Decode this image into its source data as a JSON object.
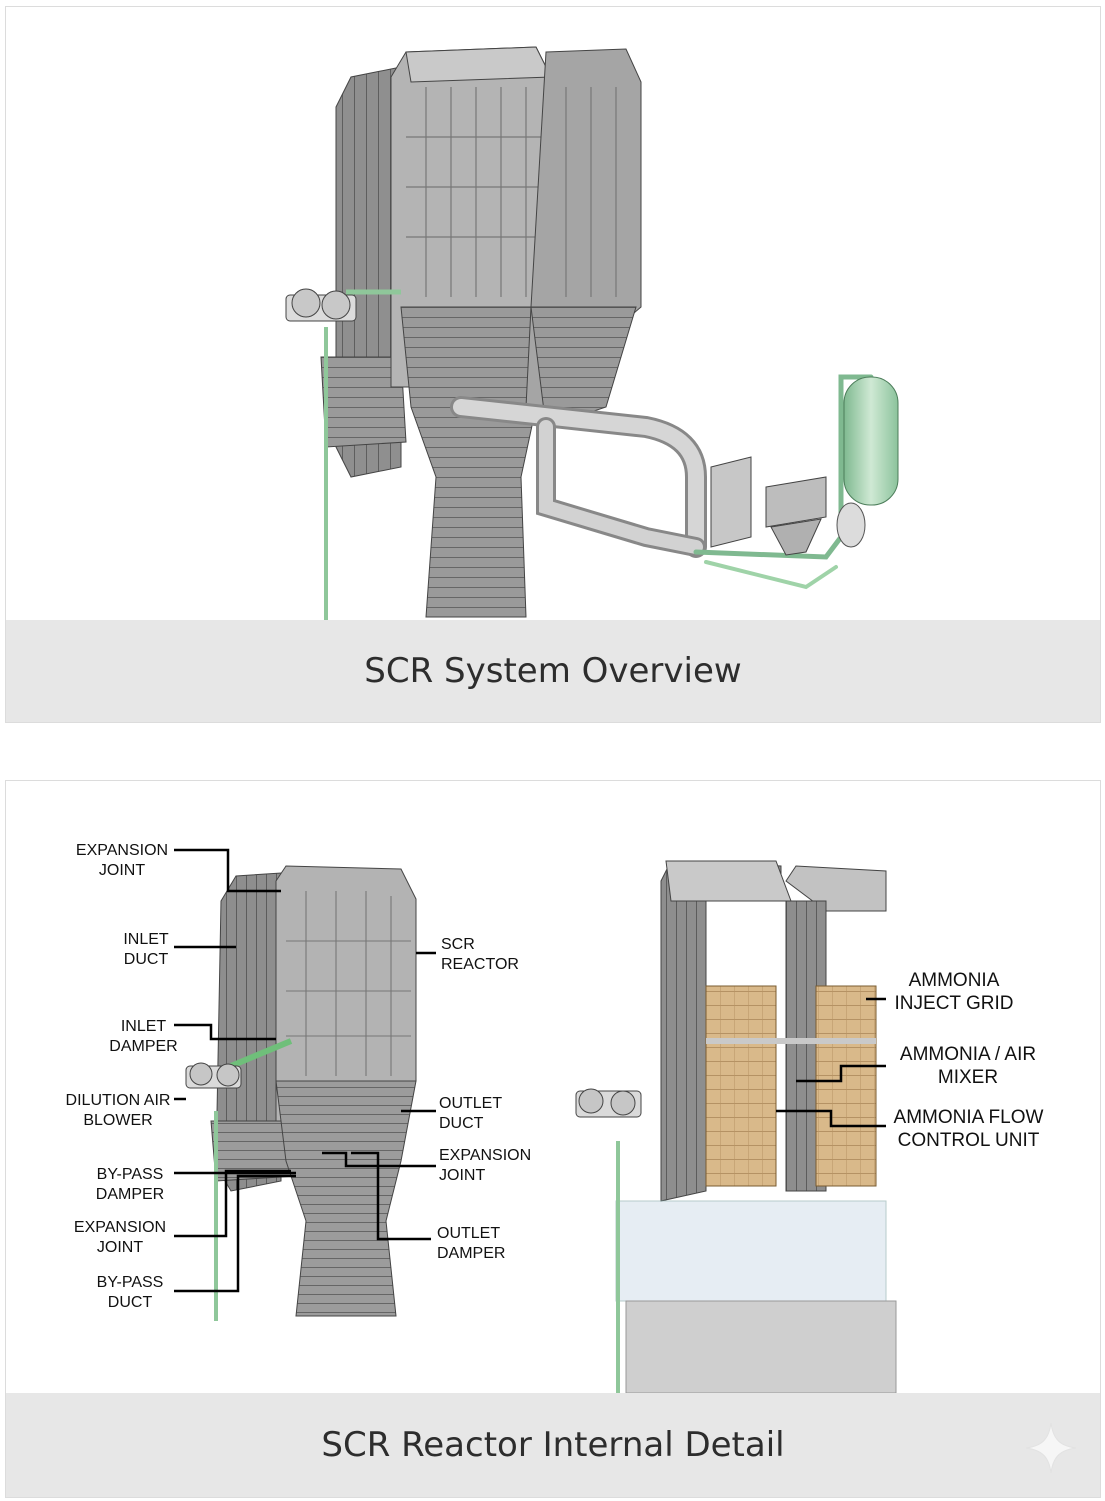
{
  "overview": {
    "caption": "SCR System Overview"
  },
  "detail": {
    "caption": "SCR Reactor Internal Detail",
    "labels": {
      "expansion_joint_top": [
        "EXPANSION",
        "JOINT"
      ],
      "inlet_duct": [
        "INLET",
        "DUCT"
      ],
      "inlet_damper": [
        "INLET",
        "DAMPER"
      ],
      "dilution_air_blower": [
        "DILUTION AIR",
        "BLOWER"
      ],
      "bypass_damper": [
        "BY-PASS",
        "DAMPER"
      ],
      "expansion_joint_bottom": [
        "EXPANSION",
        "JOINT"
      ],
      "bypass_duct": [
        "BY-PASS",
        "DUCT"
      ],
      "scr_reactor": [
        "SCR",
        "REACTOR"
      ],
      "outlet_duct": [
        "OUTLET",
        "DUCT"
      ],
      "expansion_joint_right": [
        "EXPANSION",
        "JOINT"
      ],
      "outlet_damper": [
        "OUTLET",
        "DAMPER"
      ],
      "ammonia_inject_grid": [
        "AMMONIA",
        "INJECT  GRID"
      ],
      "ammonia_air_mixer": [
        "AMMONIA  /  AIR",
        "MIXER"
      ],
      "ammonia_flow_control_unit": [
        "AMMONIA  FLOW",
        "CONTROL UNIT"
      ]
    }
  },
  "colors": {
    "caption_bg": "#e7e7e7",
    "steel": "#a9a9a9",
    "pipe_green": "#9fd3a8",
    "catalyst": "#d9b98a"
  },
  "icons": {
    "watermark": "sparkle-icon"
  }
}
